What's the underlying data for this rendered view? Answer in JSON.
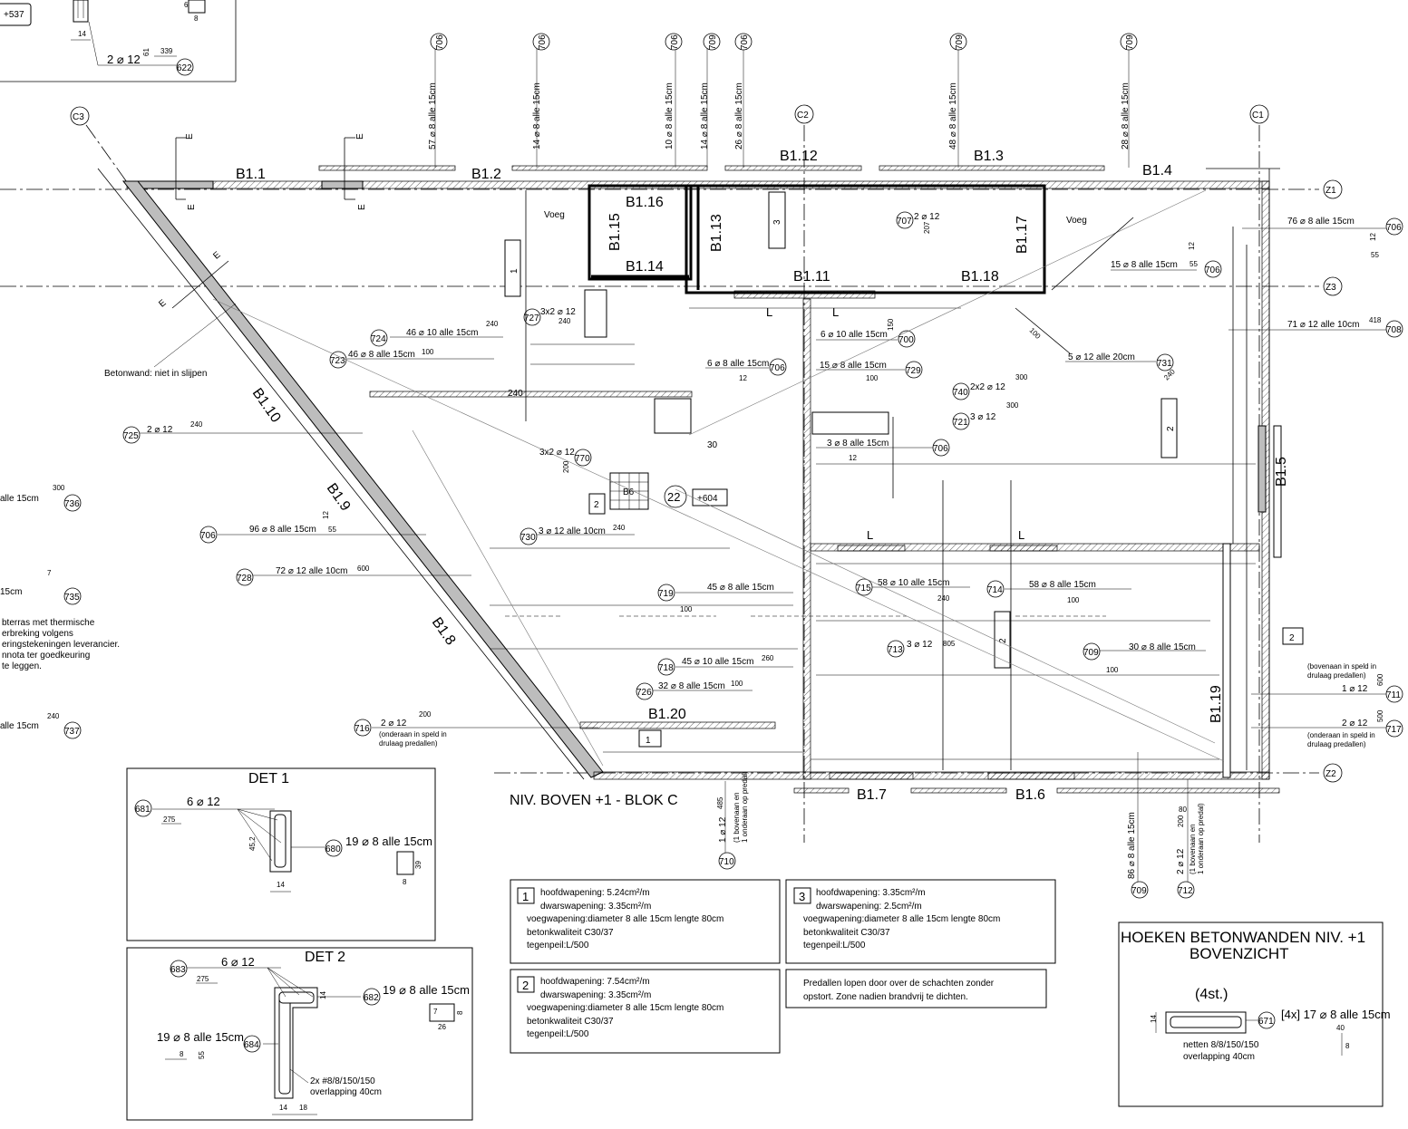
{
  "title": "NIV. BOVEN +1 - BLOK C",
  "grid": {
    "c1": "C1",
    "c2": "C2",
    "c3": "C3",
    "z1": "Z1",
    "z2": "Z2",
    "z3": "Z3"
  },
  "beams": {
    "b11": "B1.1",
    "b12": "B1.2",
    "b112": "B1.12",
    "b13": "B1.3",
    "b14": "B1.4",
    "b15": "B1.5",
    "b16": "B1.6",
    "b17": "B1.7",
    "b18": "B1.8",
    "b19": "B1.9",
    "b110": "B1.10",
    "b111": "B1.11",
    "b113": "B1.13",
    "b114": "B1.14",
    "b115": "B1.15",
    "b116": "B1.16",
    "b117": "B1.17",
    "b118": "B1.18",
    "b119": "B1.19",
    "b120": "B1.20"
  },
  "labels": {
    "voeg1": "Voeg",
    "voeg2": "Voeg",
    "section_e": "E",
    "l_mark": "L",
    "betonwand": "Betonwand: niet in slijpen",
    "terras1": "bterras met thermische",
    "terras2": "erbreking volgens",
    "terras3": "eringstekeningen leverancier.",
    "terras4": "nnota ter goedkeuring",
    "terras5": "te leggen.",
    "plus537": "+537",
    "plus604": "+604",
    "node22": "22",
    "b6": "B6",
    "zone1": "1",
    "zone2": "2",
    "zone3": "3",
    "onderaan1": "(onderaan in speld in",
    "onderaan2": "drulaag predallen)",
    "bovenaan1": "(bovenaan in speld in",
    "bovenaan2": "drulaag predallen)",
    "bov_ond": "(1 bovenaan en",
    "bov_ond2": "1 onderaan op predal)"
  },
  "rebar": [
    {
      "id": "706",
      "text": "57 ⌀ 8 alle 15cm"
    },
    {
      "id": "706",
      "text": "14 ⌀ 8 alle 15cm"
    },
    {
      "id": "706",
      "text": "10 ⌀ 8 alle 15cm"
    },
    {
      "id": "709",
      "text": "14 ⌀ 8 alle 15cm"
    },
    {
      "id": "706",
      "text": "26 ⌀ 8 alle 15cm"
    },
    {
      "id": "709",
      "text": "48 ⌀ 8 alle 15cm"
    },
    {
      "id": "709",
      "text": "28 ⌀ 8 alle 15cm"
    },
    {
      "id": "706",
      "text": "76 ⌀ 8 alle 15cm"
    },
    {
      "id": "706",
      "text": "15 ⌀ 8 alle 15cm"
    },
    {
      "id": "708",
      "text": "71 ⌀ 12 alle 10cm"
    },
    {
      "id": "731",
      "text": "5 ⌀ 12 alle 20cm"
    },
    {
      "id": "707",
      "text": "2 ⌀ 12"
    },
    {
      "id": "724",
      "text": "46 ⌀ 10 alle 15cm"
    },
    {
      "id": "723",
      "text": "46 ⌀ 8 alle 15cm"
    },
    {
      "id": "727",
      "text": "3x2 ⌀ 12"
    },
    {
      "id": "700",
      "text": "6 ⌀ 10 alle 15cm"
    },
    {
      "id": "706",
      "text": "6 ⌀ 8 alle 15cm"
    },
    {
      "id": "729",
      "text": "15 ⌀ 8 alle 15cm"
    },
    {
      "id": "740",
      "text": "2x2 ⌀ 12"
    },
    {
      "id": "721",
      "text": "3 ⌀ 12"
    },
    {
      "id": "706",
      "text": "3 ⌀ 8 alle 15cm"
    },
    {
      "id": "770",
      "text": "3x2 ⌀ 12"
    },
    {
      "id": "725",
      "text": "2 ⌀ 12"
    },
    {
      "id": "706",
      "text": "96 ⌀ 8 alle 15cm"
    },
    {
      "id": "730",
      "text": "3 ⌀ 12 alle 10cm"
    },
    {
      "id": "728",
      "text": "72 ⌀ 12 alle 10cm"
    },
    {
      "id": "719",
      "text": "45 ⌀ 8 alle 15cm"
    },
    {
      "id": "715",
      "text": "58 ⌀ 10 alle 15cm"
    },
    {
      "id": "714",
      "text": "58 ⌀ 8 alle 15cm"
    },
    {
      "id": "713",
      "text": "3 ⌀ 12"
    },
    {
      "id": "709",
      "text": "30 ⌀ 8 alle 15cm"
    },
    {
      "id": "718",
      "text": "45 ⌀ 10 alle 15cm"
    },
    {
      "id": "726",
      "text": "32 ⌀ 8 alle 15cm"
    },
    {
      "id": "716",
      "text": "2 ⌀ 12"
    },
    {
      "id": "710",
      "text": "1 ⌀ 12"
    },
    {
      "id": "711",
      "text": "1 ⌀ 12"
    },
    {
      "id": "717",
      "text": "2 ⌀ 12"
    },
    {
      "id": "709",
      "text": "86 ⌀ 8 alle 15cm"
    },
    {
      "id": "712",
      "text": "2 ⌀ 12"
    },
    {
      "id": "736",
      "text": "alle 15cm"
    },
    {
      "id": "735",
      "text": "15cm"
    },
    {
      "id": "737",
      "text": "alle 15cm"
    },
    {
      "id": "622",
      "text": "2 ⌀ 12"
    }
  ],
  "dims": {
    "d14": "14",
    "d339": "339",
    "d61": "61",
    "d8": "8",
    "d6": "6",
    "d12": "12",
    "d55": "55",
    "d240": "240",
    "d100": "100",
    "d150": "150",
    "d300": "300",
    "d418": "418",
    "d207": "207",
    "d30": "30",
    "d200": "200",
    "d600": "600",
    "d260": "260",
    "d805": "805",
    "d7": "7",
    "d485": "485",
    "d80": "80",
    "d500": "500",
    "d275": "275",
    "d452": "45,2",
    "d39": "39",
    "d18": "18",
    "d26": "26",
    "d40": "40",
    "d20080": "200"
  },
  "det1": {
    "title": "DET 1",
    "top": "6 ⌀ 12",
    "top_id": "681",
    "right": "19 ⌀ 8 alle 15cm",
    "right_id": "680"
  },
  "det2": {
    "title": "DET 2",
    "top": "6 ⌀ 12",
    "top_id": "683",
    "right": "19 ⌀ 8 alle 15cm",
    "right_id": "682",
    "left": "19 ⌀ 8 alle 15cm",
    "left_id": "684",
    "net": "2x #8/8/150/150",
    "overlap": "overlapping 40cm"
  },
  "notes": [
    {
      "num": "1",
      "l1": "hoofdwapening: 5.24cm²/m",
      "l2": "dwarswapening: 3.35cm²/m",
      "l3": "voegwapening:diameter 8 alle 15cm lengte 80cm",
      "l4": "betonkwaliteit C30/37",
      "l5": "tegenpeil:L/500"
    },
    {
      "num": "3",
      "l1": "hoofdwapening: 3.35cm²/m",
      "l2": "dwarswapening: 2.5cm²/m",
      "l3": "voegwapening:diameter 8 alle 15cm lengte 80cm",
      "l4": "betonkwaliteit C30/37",
      "l5": "tegenpeil:L/500"
    },
    {
      "num": "2",
      "l1": "hoofdwapening: 7.54cm²/m",
      "l2": "dwarswapening: 3.35cm²/m",
      "l3": "voegwapening:diameter 8 alle 15cm lengte 80cm",
      "l4": "betonkwaliteit C30/37",
      "l5": "tegenpeil:L/500"
    }
  ],
  "predal_note": {
    "l1": "Predallen lopen door over de schachten zonder",
    "l2": "opstort. Zone nadien brandvrij te dichten."
  },
  "hoeken": {
    "title1": "HOEKEN BETONWANDEN NIV. +1",
    "title2": "BOVENZICHT",
    "count": "(4st.)",
    "rebar": "[4x] 17 ⌀ 8 alle 15cm",
    "rebar_id": "671",
    "net": "netten 8/8/150/150",
    "overlap": "overlapping 40cm"
  }
}
